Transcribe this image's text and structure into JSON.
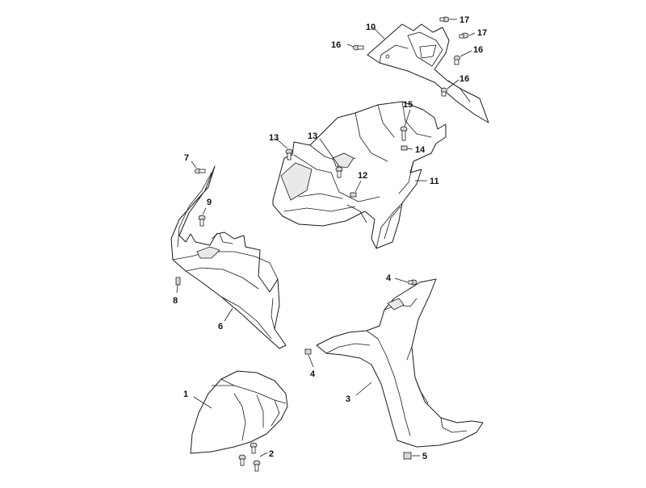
{
  "diagram": {
    "callouts": [
      {
        "id": "1",
        "label": "1"
      },
      {
        "id": "2",
        "label": "2"
      },
      {
        "id": "3",
        "label": "3"
      },
      {
        "id": "4a",
        "label": "4"
      },
      {
        "id": "4b",
        "label": "4"
      },
      {
        "id": "5",
        "label": "5"
      },
      {
        "id": "6",
        "label": "6"
      },
      {
        "id": "7",
        "label": "7"
      },
      {
        "id": "8",
        "label": "8"
      },
      {
        "id": "9",
        "label": "9"
      },
      {
        "id": "10",
        "label": "10"
      },
      {
        "id": "11",
        "label": "11"
      },
      {
        "id": "12",
        "label": "12"
      },
      {
        "id": "13a",
        "label": "13"
      },
      {
        "id": "13b",
        "label": "13"
      },
      {
        "id": "14",
        "label": "14"
      },
      {
        "id": "15",
        "label": "15"
      },
      {
        "id": "16a",
        "label": "16"
      },
      {
        "id": "16b",
        "label": "16"
      },
      {
        "id": "16c",
        "label": "16"
      },
      {
        "id": "17a",
        "label": "17"
      },
      {
        "id": "17b",
        "label": "17"
      }
    ]
  }
}
